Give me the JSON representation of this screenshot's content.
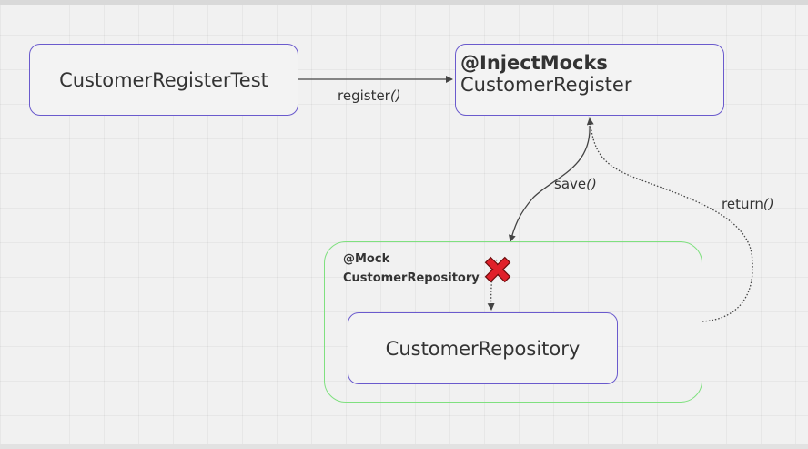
{
  "nodes": {
    "test": {
      "label": "CustomerRegisterTest"
    },
    "register": {
      "annotation": "@InjectMocks",
      "label": "CustomerRegister"
    },
    "mock": {
      "annotation": "@Mock",
      "label": "CustomerRepository"
    },
    "repository": {
      "label": "CustomerRepository"
    }
  },
  "edges": {
    "register": {
      "name": "register",
      "suffix": "()"
    },
    "save": {
      "name": "save",
      "suffix": "()"
    },
    "return": {
      "name": "return",
      "suffix": "()"
    }
  },
  "colors": {
    "node_border": "#6a5acd",
    "mock_border": "#7fe07f",
    "cross_fill": "#e0202a",
    "edge": "#444444"
  },
  "icons": {
    "blocked": "red-x-icon"
  }
}
